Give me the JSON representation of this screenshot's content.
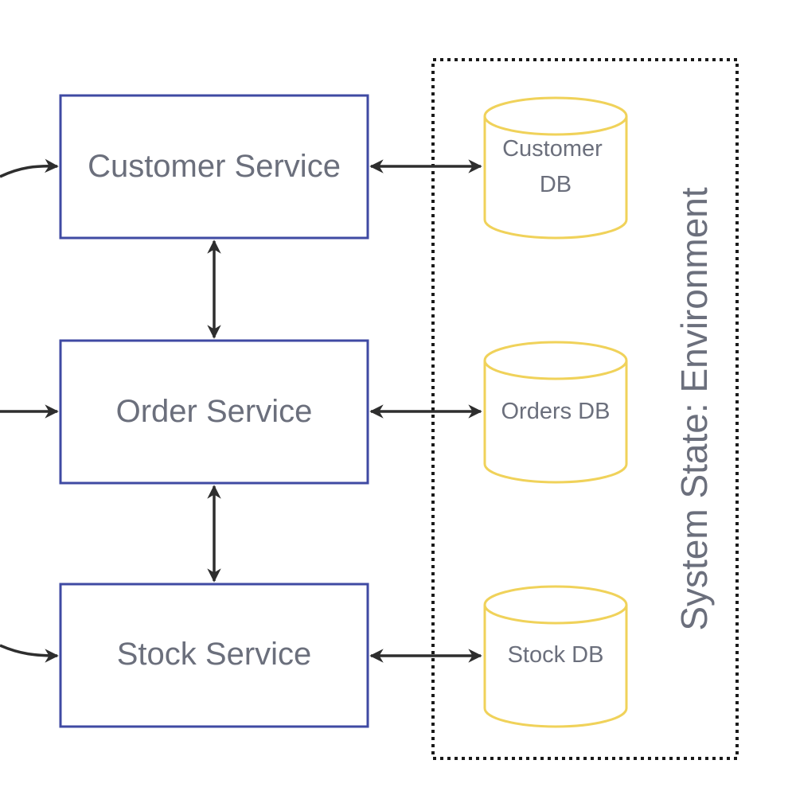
{
  "services": {
    "customer": "Customer Service",
    "order": "Order Service",
    "stock": "Stock Service"
  },
  "databases": {
    "customer_line1": "Customer",
    "customer_line2": "DB",
    "orders": "Orders DB",
    "stock": "Stock DB"
  },
  "environment": {
    "label": "System State: Environment"
  },
  "colors": {
    "service_border": "#3f4aa3",
    "database_border": "#f0d25a",
    "arrow": "#2e2e2e",
    "text": "#6b6f7c"
  }
}
